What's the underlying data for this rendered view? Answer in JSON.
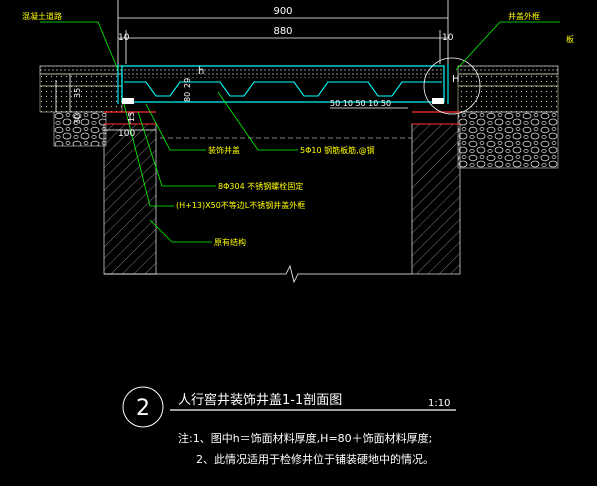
{
  "drawing": {
    "callout_top_left": "混凝土道路",
    "callout_top_right": "井盖外框",
    "callout_top_right_edge": "板",
    "dim_900": "900",
    "dim_880": "880",
    "dim_10_left": "10",
    "dim_10_right": "10",
    "dim_h": "h",
    "dim_H": "H",
    "dim_29": "29",
    "dim_80": "80",
    "dim_13": "13",
    "dim_35": "35",
    "dim_30": "30",
    "dim_100": "100",
    "dim_spacing": "50  10  50  10  50",
    "label_well_cover": "装饰井盖",
    "label_rebar": "5Φ10 钢筋板筋,@钢",
    "label_bolts": "8Φ304 不锈钢螺栓固定",
    "label_angle": "(H+13)X50不等边L不锈钢井盖外框",
    "label_wall": "原有结构"
  },
  "title_block": {
    "number": "2",
    "title": "人行窖井装饰井盖1-1剖面图",
    "scale": "1:10"
  },
  "notes": {
    "line1": "注:1、图中h＝饰面材料厚度,H=80＋饰面材料厚度;",
    "line2": "2、此情况适用于检修井位于铺装硬地中的情况。"
  },
  "colors": {
    "background": "#000000",
    "dimension": "#ffffff",
    "cover": "#00ffff",
    "label": "#ffff00",
    "hatch": "#9a9a9a",
    "gravel": "#d8d8d8",
    "subbase": "#c8c8a0",
    "paving": "#ffffff",
    "leader": "#00ff00",
    "title_circle": "#ffffff"
  }
}
